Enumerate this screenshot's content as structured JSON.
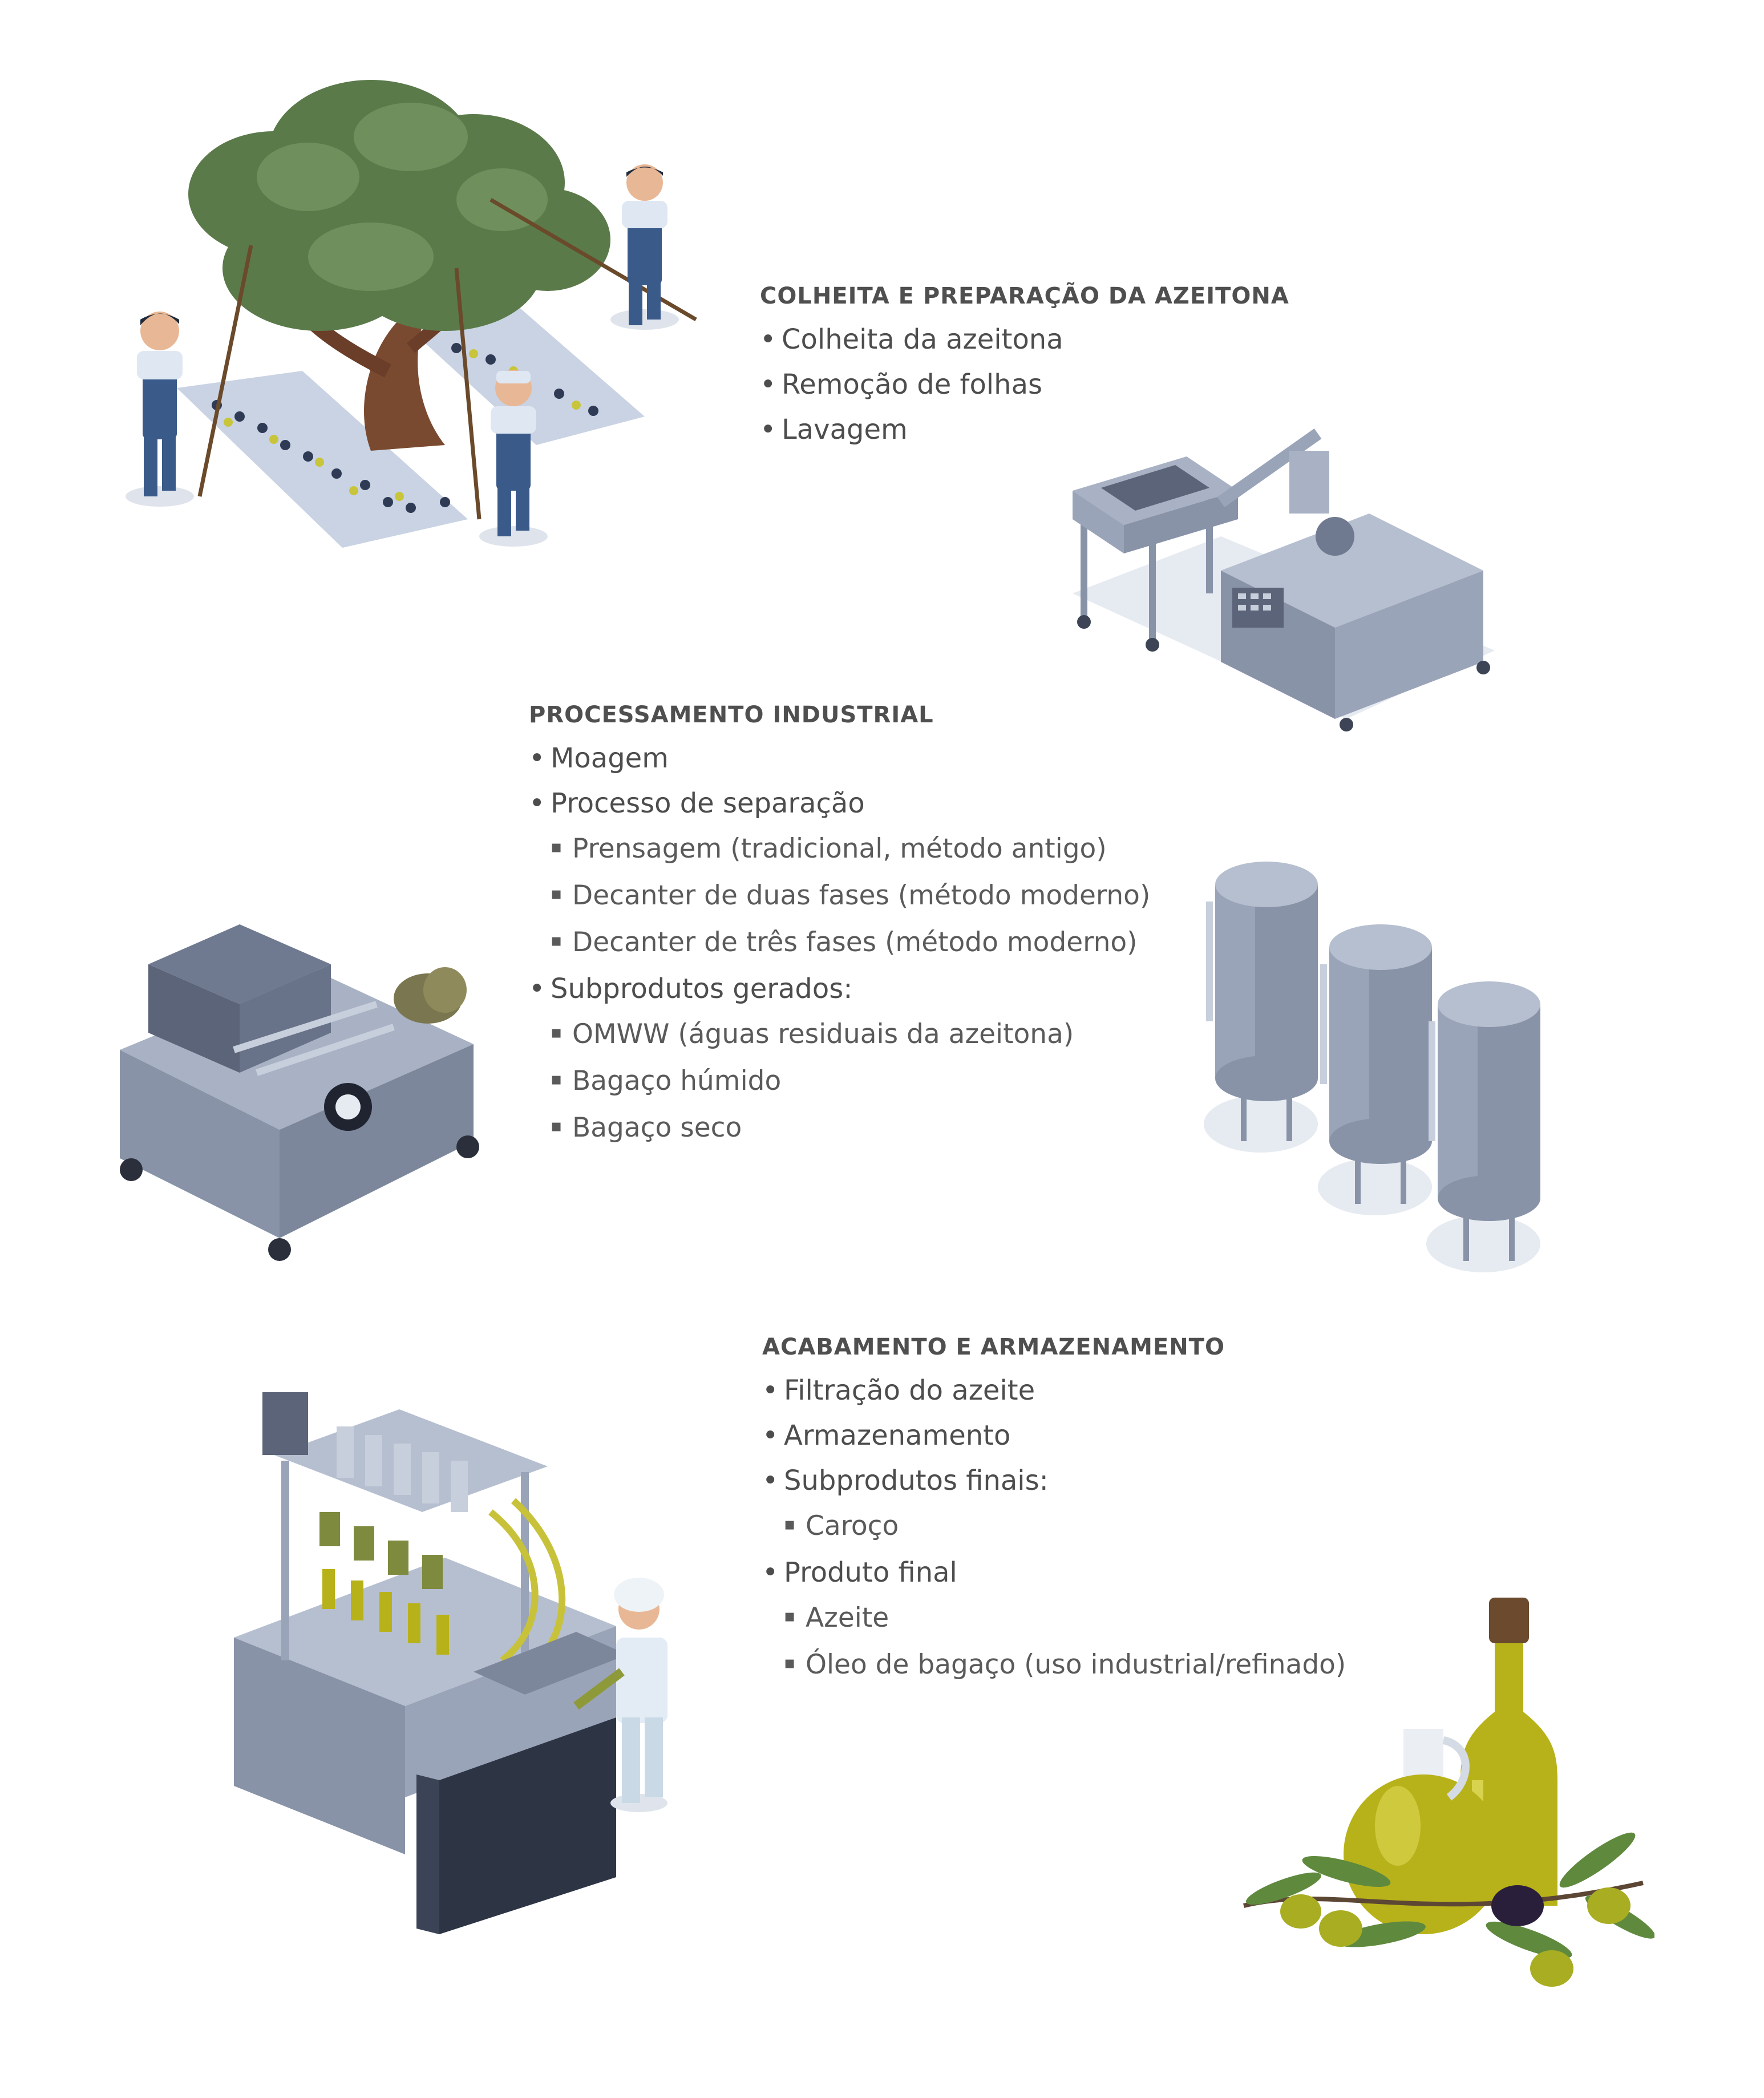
{
  "sections": [
    {
      "title": "COLHEITA E PREPARAÇÃO DA AZEITONA",
      "items": [
        {
          "label": "Colheita da azeitona",
          "sub": []
        },
        {
          "label": "Remoção de folhas",
          "sub": []
        },
        {
          "label": "Lavagem",
          "sub": []
        }
      ]
    },
    {
      "title": "PROCESSAMENTO INDUSTRIAL",
      "items": [
        {
          "label": "Moagem",
          "sub": []
        },
        {
          "label": "Processo de separação",
          "sub": [
            "Prensagem (tradicional, método antigo)",
            "Decanter de duas fases (método moderno)",
            "Decanter de três fases (método moderno)"
          ]
        },
        {
          "label": "Subprodutos gerados:",
          "sub": [
            "OMWW (águas residuais da azeitona)",
            "Bagaço húmido",
            "Bagaço seco"
          ]
        }
      ]
    },
    {
      "title": "ACABAMENTO E ARMAZENAMENTO",
      "items": [
        {
          "label": "Filtração do azeite",
          "sub": []
        },
        {
          "label": "Armazenamento",
          "sub": []
        },
        {
          "label": "Subprodutos finais:",
          "sub": [
            "Caroço"
          ]
        },
        {
          "label": "Produto final",
          "sub": [
            "Azeite",
            "Óleo de bagaço (uso industrial/refinado)"
          ]
        }
      ]
    }
  ],
  "bullets": {
    "primary": "•",
    "secondary": "▪"
  },
  "colors": {
    "text": "#4d4d4d",
    "machine": "#8893a8",
    "tree": "#5b7a4a",
    "olive_oil": "#b8b21a",
    "worker_blue": "#3a5a8a"
  },
  "icons": [
    "olive-harvest-illustration",
    "washing-machine-illustration",
    "press-machine-illustration",
    "storage-tanks-illustration",
    "bottling-line-illustration",
    "olive-oil-bottles-illustration"
  ]
}
